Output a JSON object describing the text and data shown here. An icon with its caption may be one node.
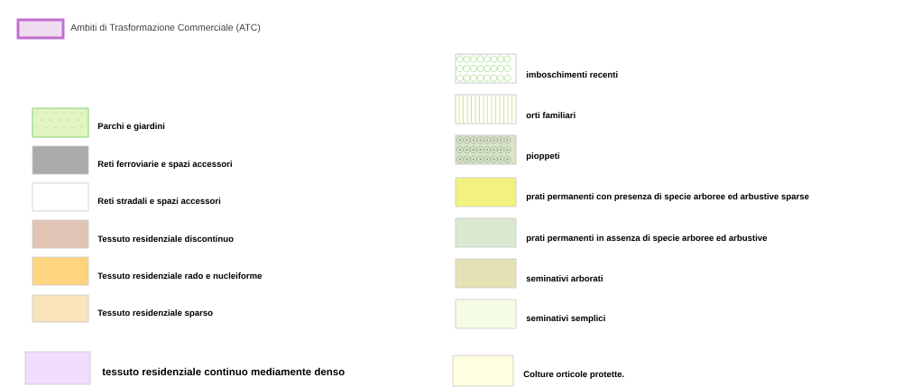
{
  "diagram": {
    "legend": [
      {
        "text": "Ambiti di Trasformazione Commerciale (ATC)"
      },
      {
        "text": "Parchi e giardini"
      },
      {
        "text": "Reti ferroviarie e spazi accessori",
        "color": "#aaaaaa"
      },
      {
        "text": "Reti stradali e spazi accessori"
      },
      {
        "text": "Tessuto residenziale discontinuo",
        "color": "#e2c4b4"
      },
      {
        "text": "Tessuto residenziale rado e nucleiforme",
        "color": "#fed47e"
      },
      {
        "text": "Tessuto residenziale sparso",
        "color": "#fae4bc"
      },
      {
        "text": "tessuto residenziale continuo mediamente denso",
        "color": "#f0dcfc"
      },
      {
        "text": "imboschimenti recenti"
      },
      {
        "text": "orti familiari"
      },
      {
        "text": "pioppeti"
      },
      {
        "text": "prati permanenti con presenza di specie arboree ed arbustive sparse",
        "color": "#f2f27e"
      },
      {
        "text": "prati permanenti in assenza di specie arboree ed arbustive",
        "color": "#dbe8d0"
      },
      {
        "text": "seminativi arborati",
        "color": "#e4e2b4"
      },
      {
        "text": "seminativi semplici",
        "color": "#f4fde4"
      },
      {
        "text": "Colture orticole protette.",
        "color": "#fefee0"
      }
    ]
  }
}
